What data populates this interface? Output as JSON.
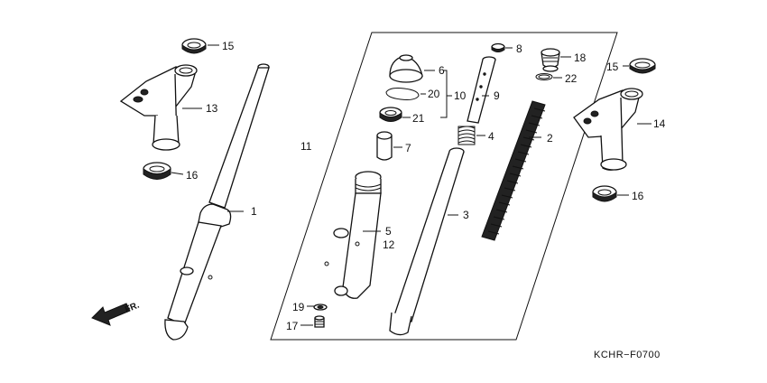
{
  "diagram": {
    "code": "KCHR−F0700",
    "direction_label": "FR.",
    "labels": [
      "1",
      "2",
      "3",
      "4",
      "5",
      "6",
      "7",
      "8",
      "9",
      "10",
      "11",
      "12",
      "13",
      "14",
      "15",
      "15",
      "16",
      "16",
      "17",
      "18",
      "19",
      "20",
      "21",
      "22"
    ]
  }
}
